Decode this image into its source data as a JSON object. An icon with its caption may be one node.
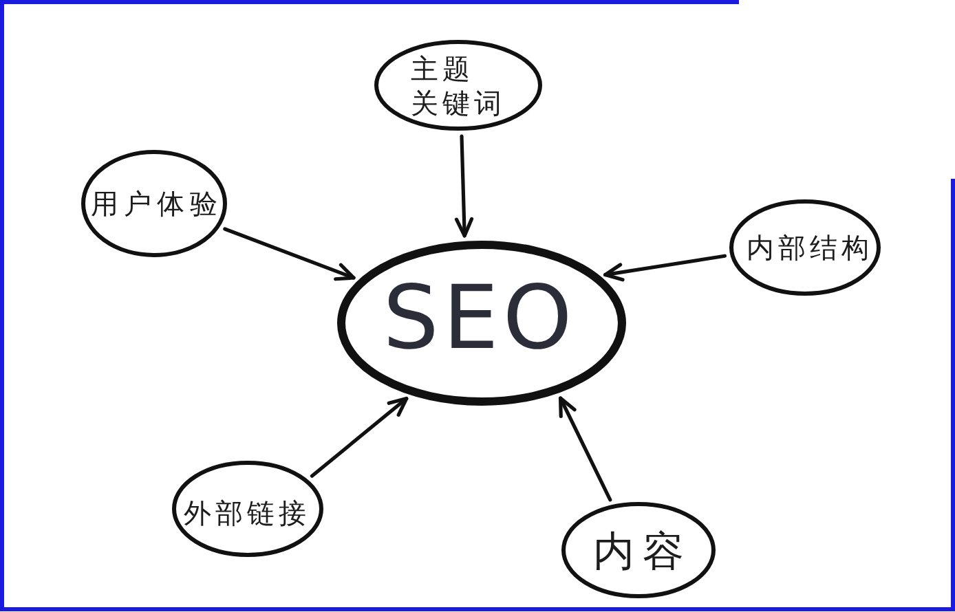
{
  "diagram": {
    "nodes": [
      {
        "text": [
          "主题关键词"
        ]
      },
      {
        "text": [
          "用户体验"
        ]
      },
      {
        "text": [
          "内部结构"
        ]
      },
      {
        "text": [
          "SEO"
        ]
      },
      {
        "text": [
          "外部链接"
        ]
      },
      {
        "text": [
          "内容"
        ]
      }
    ],
    "edges": [
      {
        "from": 0,
        "to": 3,
        "arrow": "to"
      },
      {
        "from": 1,
        "to": 3,
        "arrow": "to"
      },
      {
        "from": 2,
        "to": 3,
        "arrow": "to"
      },
      {
        "from": 4,
        "to": 3,
        "arrow": "to"
      },
      {
        "from": 5,
        "to": 3,
        "arrow": "to"
      }
    ]
  }
}
